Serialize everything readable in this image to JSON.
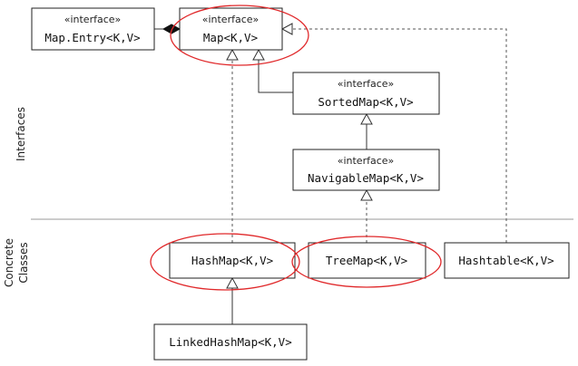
{
  "stereotype": "«interface»",
  "boxes": {
    "map_entry": "Map.Entry<K,V>",
    "map": "Map<K,V>",
    "sorted_map": "SortedMap<K,V>",
    "navigable_map": "NavigableMap<K,V>",
    "hash_map": "HashMap<K,V>",
    "tree_map": "TreeMap<K,V>",
    "hashtable": "Hashtable<K,V>",
    "linked_hash_map": "LinkedHashMap<K,V>"
  },
  "labels": {
    "interfaces": "Interfaces",
    "concrete_line1": "Concrete",
    "concrete_line2": "Classes"
  },
  "colors": {
    "highlight": "#e0282a",
    "line": "#333333"
  }
}
